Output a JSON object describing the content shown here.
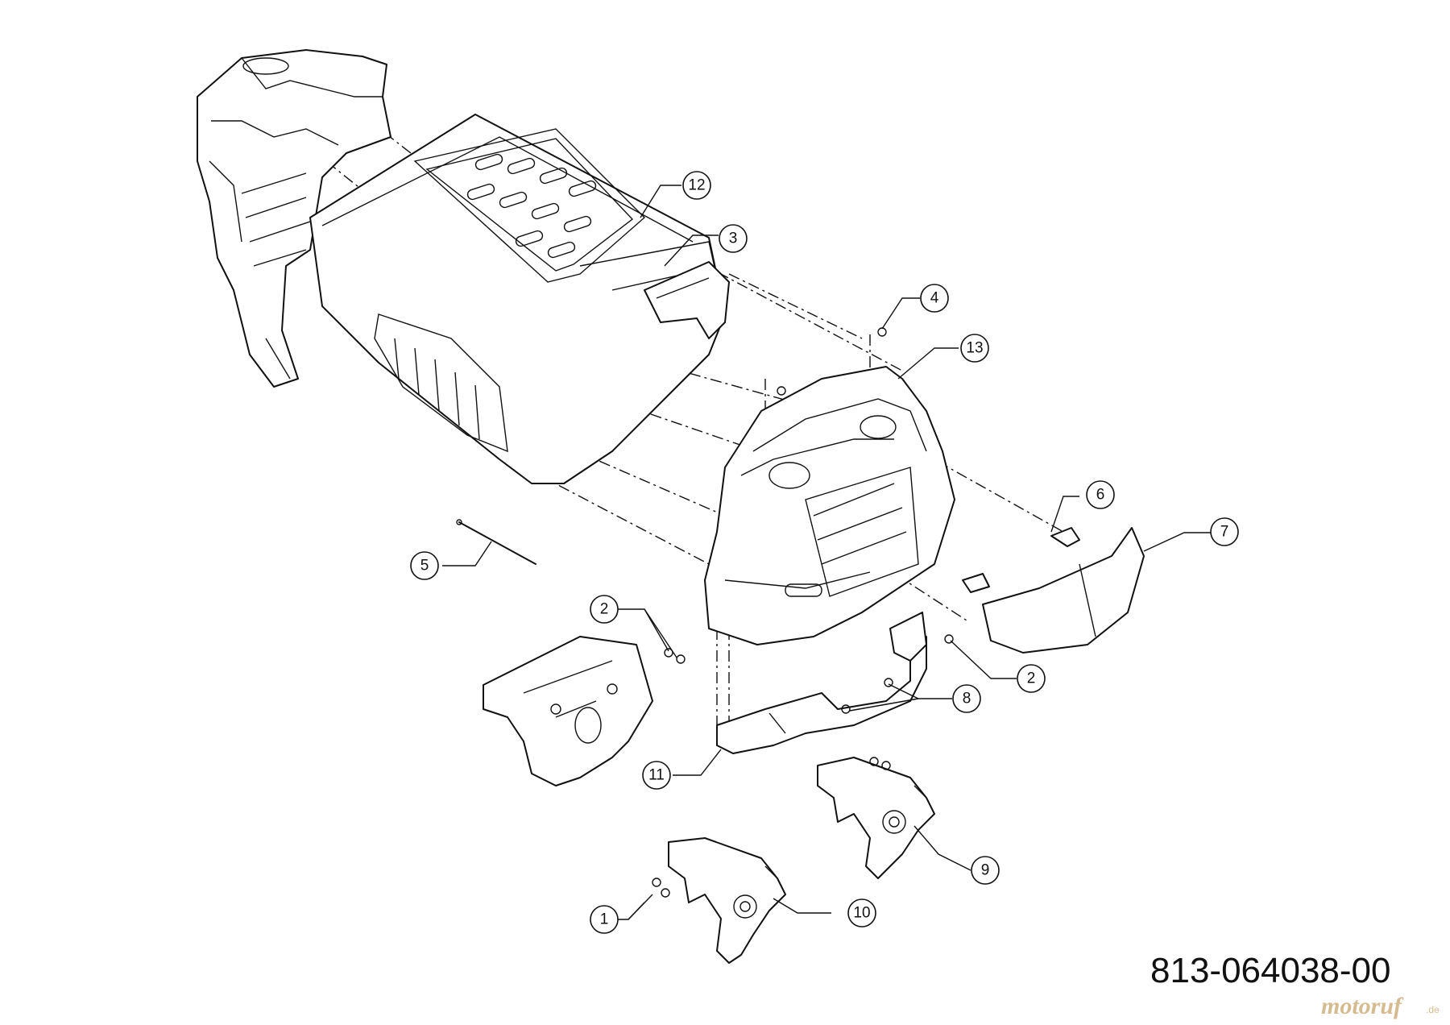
{
  "diagram": {
    "part_number": "813-064038-00",
    "watermark": "motoruf",
    "watermark_tld": ".de",
    "callouts": [
      "1",
      "2",
      "2",
      "3",
      "4",
      "5",
      "6",
      "7",
      "8",
      "9",
      "10",
      "11",
      "12",
      "13"
    ]
  }
}
